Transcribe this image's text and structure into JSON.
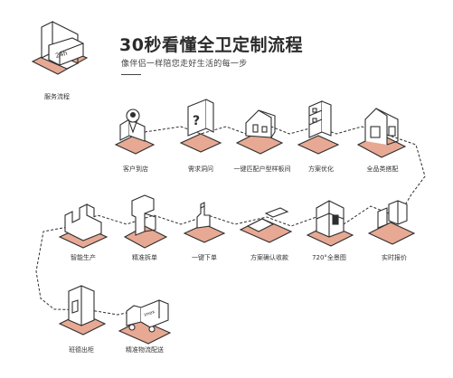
{
  "header": {
    "title": "30秒看懂全卫定制流程",
    "subtitle": "像伴侣一样陪您走好生活的每一步"
  },
  "service": {
    "label": "服务流程",
    "icon_text": "24h"
  },
  "steps": [
    {
      "label": "客户到店",
      "icon": "map-pin-icon"
    },
    {
      "label": "需求洞问",
      "icon": "question-board-icon"
    },
    {
      "label": "一键匹配户型样板间",
      "icon": "house-icon"
    },
    {
      "label": "方案优化",
      "icon": "cabinet-icon"
    },
    {
      "label": "全品类搭配",
      "icon": "room-suite-icon"
    },
    {
      "label": "实时报价",
      "icon": "blocks-quote-icon"
    },
    {
      "label": "720°全景图",
      "icon": "panorama-blocks-icon"
    },
    {
      "label": "方案确认收款",
      "icon": "confirm-path-icon"
    },
    {
      "label": "一键下单",
      "icon": "hand-click-icon"
    },
    {
      "label": "精准拆单",
      "icon": "split-parts-icon"
    },
    {
      "label": "智能生产",
      "icon": "factory-icon"
    },
    {
      "label": "班德出柜",
      "icon": "cabinet-module-icon"
    },
    {
      "label": "精准物流配送",
      "icon": "delivery-truck-icon"
    }
  ],
  "truck_text": "imex",
  "colors": {
    "accent": "#e7a994",
    "line": "#2e2e2e",
    "text": "#333333"
  }
}
